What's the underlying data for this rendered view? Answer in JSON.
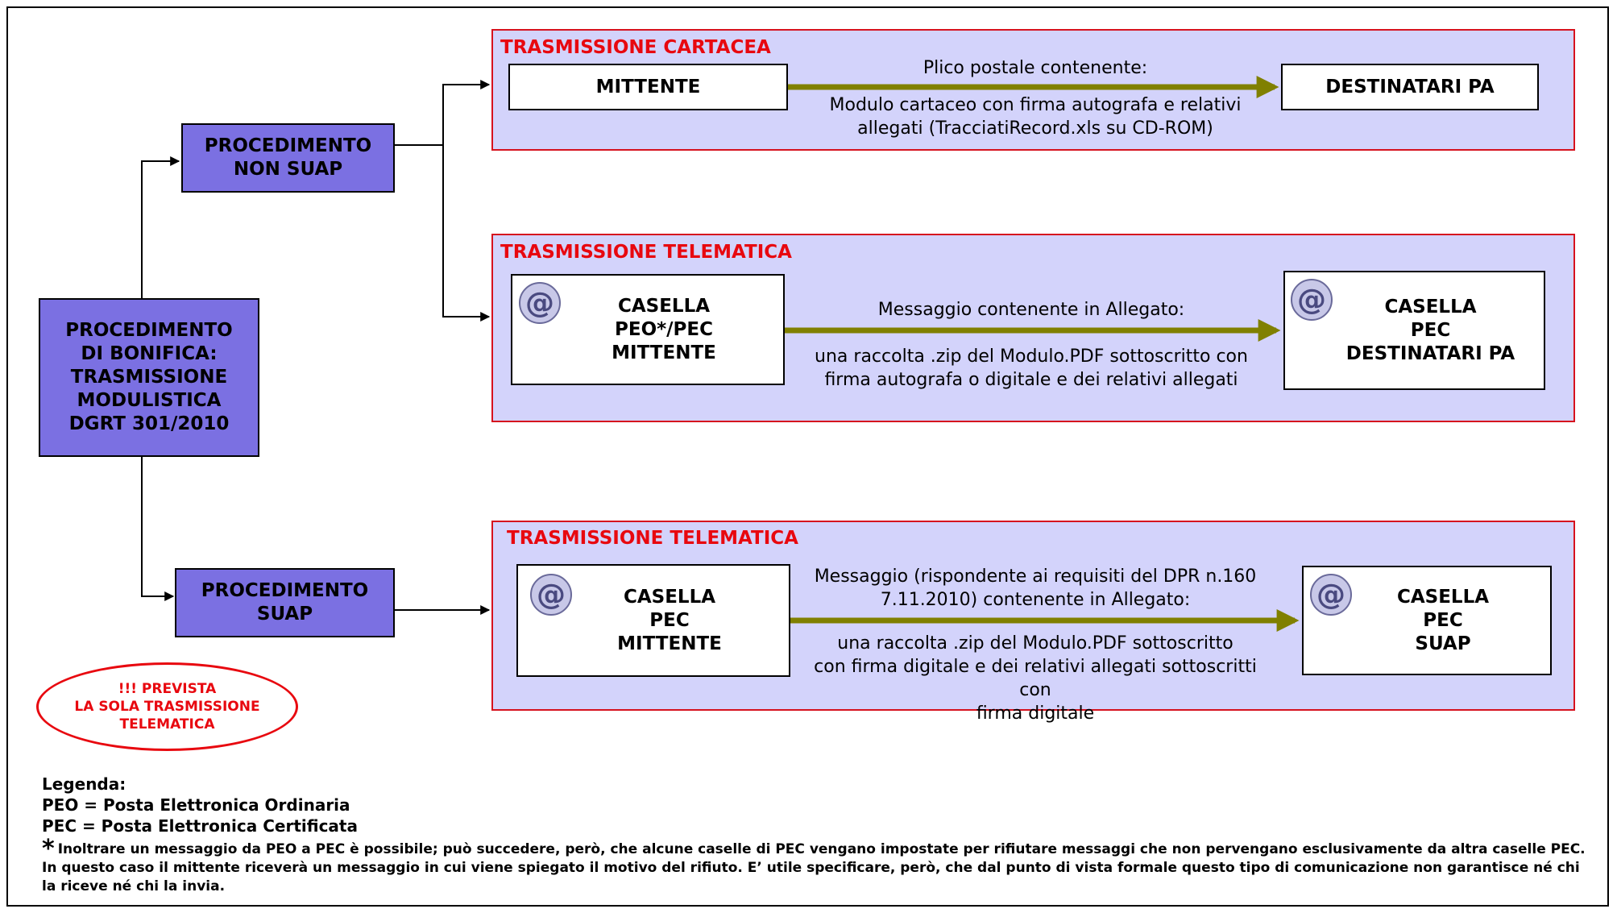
{
  "main_node": "PROCEDIMENTO\nDI BONIFICA:\nTRASMISSIONE\nMODULISTICA\nDGRT 301/2010",
  "non_suap_node": "PROCEDIMENTO\nNON SUAP",
  "suap_node": "PROCEDIMENTO\nSUAP",
  "panels": [
    {
      "title": "TRASMISSIONE CARTACEA",
      "sender": "MITTENTE",
      "receiver": "DESTINATARI PA",
      "text_above": "Plico postale contenente:",
      "text_below": "Modulo cartaceo con firma autografa e relativi\nallegati (TracciatiRecord.xls su CD-ROM)"
    },
    {
      "title": "TRASMISSIONE TELEMATICA",
      "sender": "CASELLA\nPEO*/PEC\nMITTENTE",
      "receiver": "CASELLA\nPEC\nDESTINATARI PA",
      "text_above": "Messaggio contenente in Allegato:",
      "text_below": "una raccolta .zip del Modulo.PDF sottoscritto con\nfirma autografa o digitale e dei relativi allegati"
    },
    {
      "title": "TRASMISSIONE TELEMATICA",
      "sender": "CASELLA\nPEC\nMITTENTE",
      "receiver": "CASELLA\nPEC\nSUAP",
      "text_above": "Messaggio (rispondente ai requisiti del DPR n.160\n7.11.2010) contenente in Allegato:",
      "text_below": "una raccolta .zip del Modulo.PDF sottoscritto\ncon firma digitale e dei relativi allegati sottoscritti con\nfirma digitale"
    }
  ],
  "warning_oval": "!!! PREVISTA\nLA SOLA TRASMISSIONE\nTELEMATICA",
  "legend": {
    "title": "Legenda:",
    "peo": "PEO = Posta Elettronica Ordinaria",
    "pec": "PEC = Posta Elettronica Certificata",
    "star": "*",
    "note": "Inoltrare un messaggio da PEO a PEC è possibile; può succedere, però, che alcune caselle di PEC vengano impostate per rifiutare messaggi che non pervengano esclusivamente da altra caselle PEC.  In questo caso il mittente riceverà un messaggio in cui viene spiegato il motivo del rifiuto.  E’ utile specificare, però, che dal punto di vista formale questo tipo di comunicazione non garantisce né chi la riceve né chi la invia."
  },
  "icons": [
    "at-email-icon"
  ],
  "colors": {
    "node_fill": "#7b70e2",
    "panel_fill": "#d3d3fb",
    "panel_border": "#d6121e",
    "title_red": "#e8080f",
    "flow_arrow": "#808000"
  }
}
